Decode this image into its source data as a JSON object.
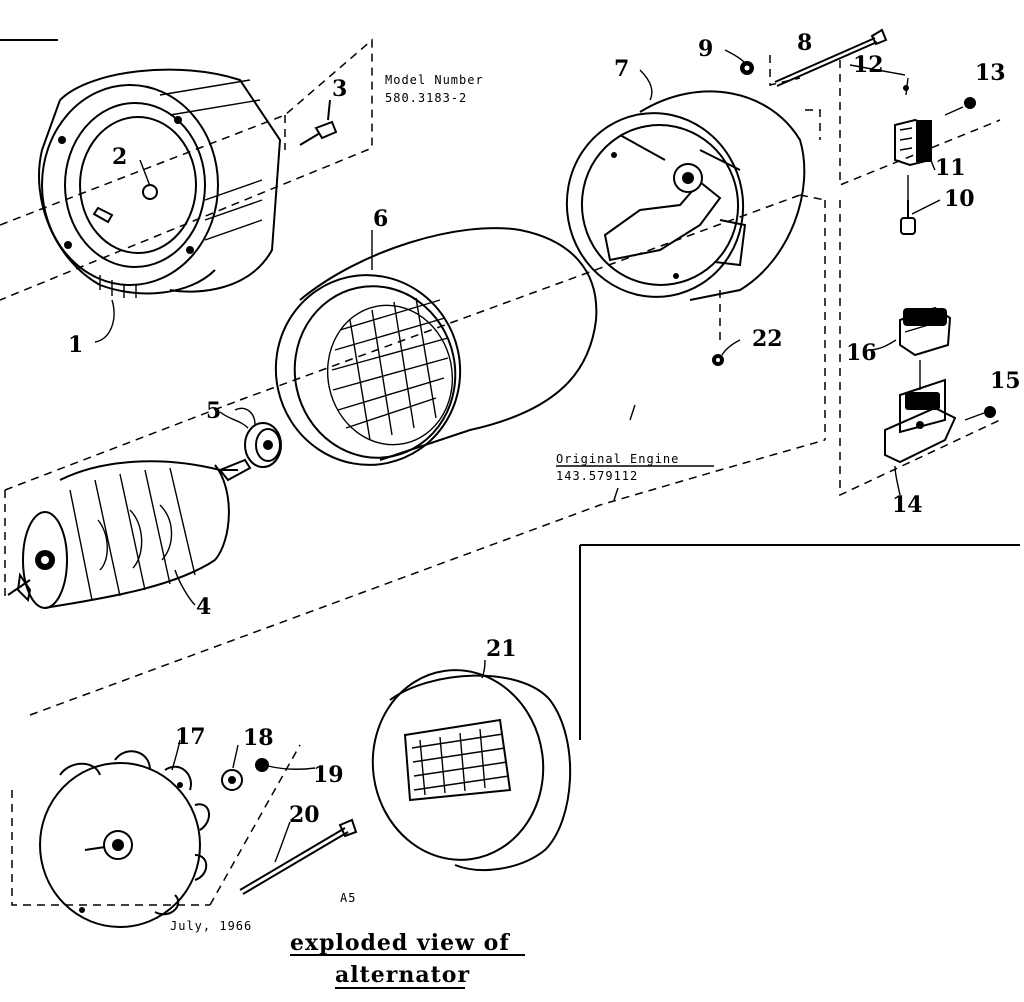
{
  "model": {
    "label": "Model Number",
    "number": "580.3183-2"
  },
  "engine": {
    "label": "Original Engine",
    "number": "143.579112"
  },
  "footer": {
    "code": "A5",
    "date": "July, 1966",
    "title_line1": "exploded view of",
    "title_line2": "alternator"
  },
  "parts": {
    "p1": "1",
    "p2": "2",
    "p3": "3",
    "p4": "4",
    "p5": "5",
    "p6": "6",
    "p7": "7",
    "p8": "8",
    "p9": "9",
    "p10": "10",
    "p11": "11",
    "p12": "12",
    "p13": "13",
    "p14": "14",
    "p15": "15",
    "p16": "16",
    "p17": "17",
    "p18": "18",
    "p19": "19",
    "p20": "20",
    "p21": "21",
    "p22": "22"
  }
}
